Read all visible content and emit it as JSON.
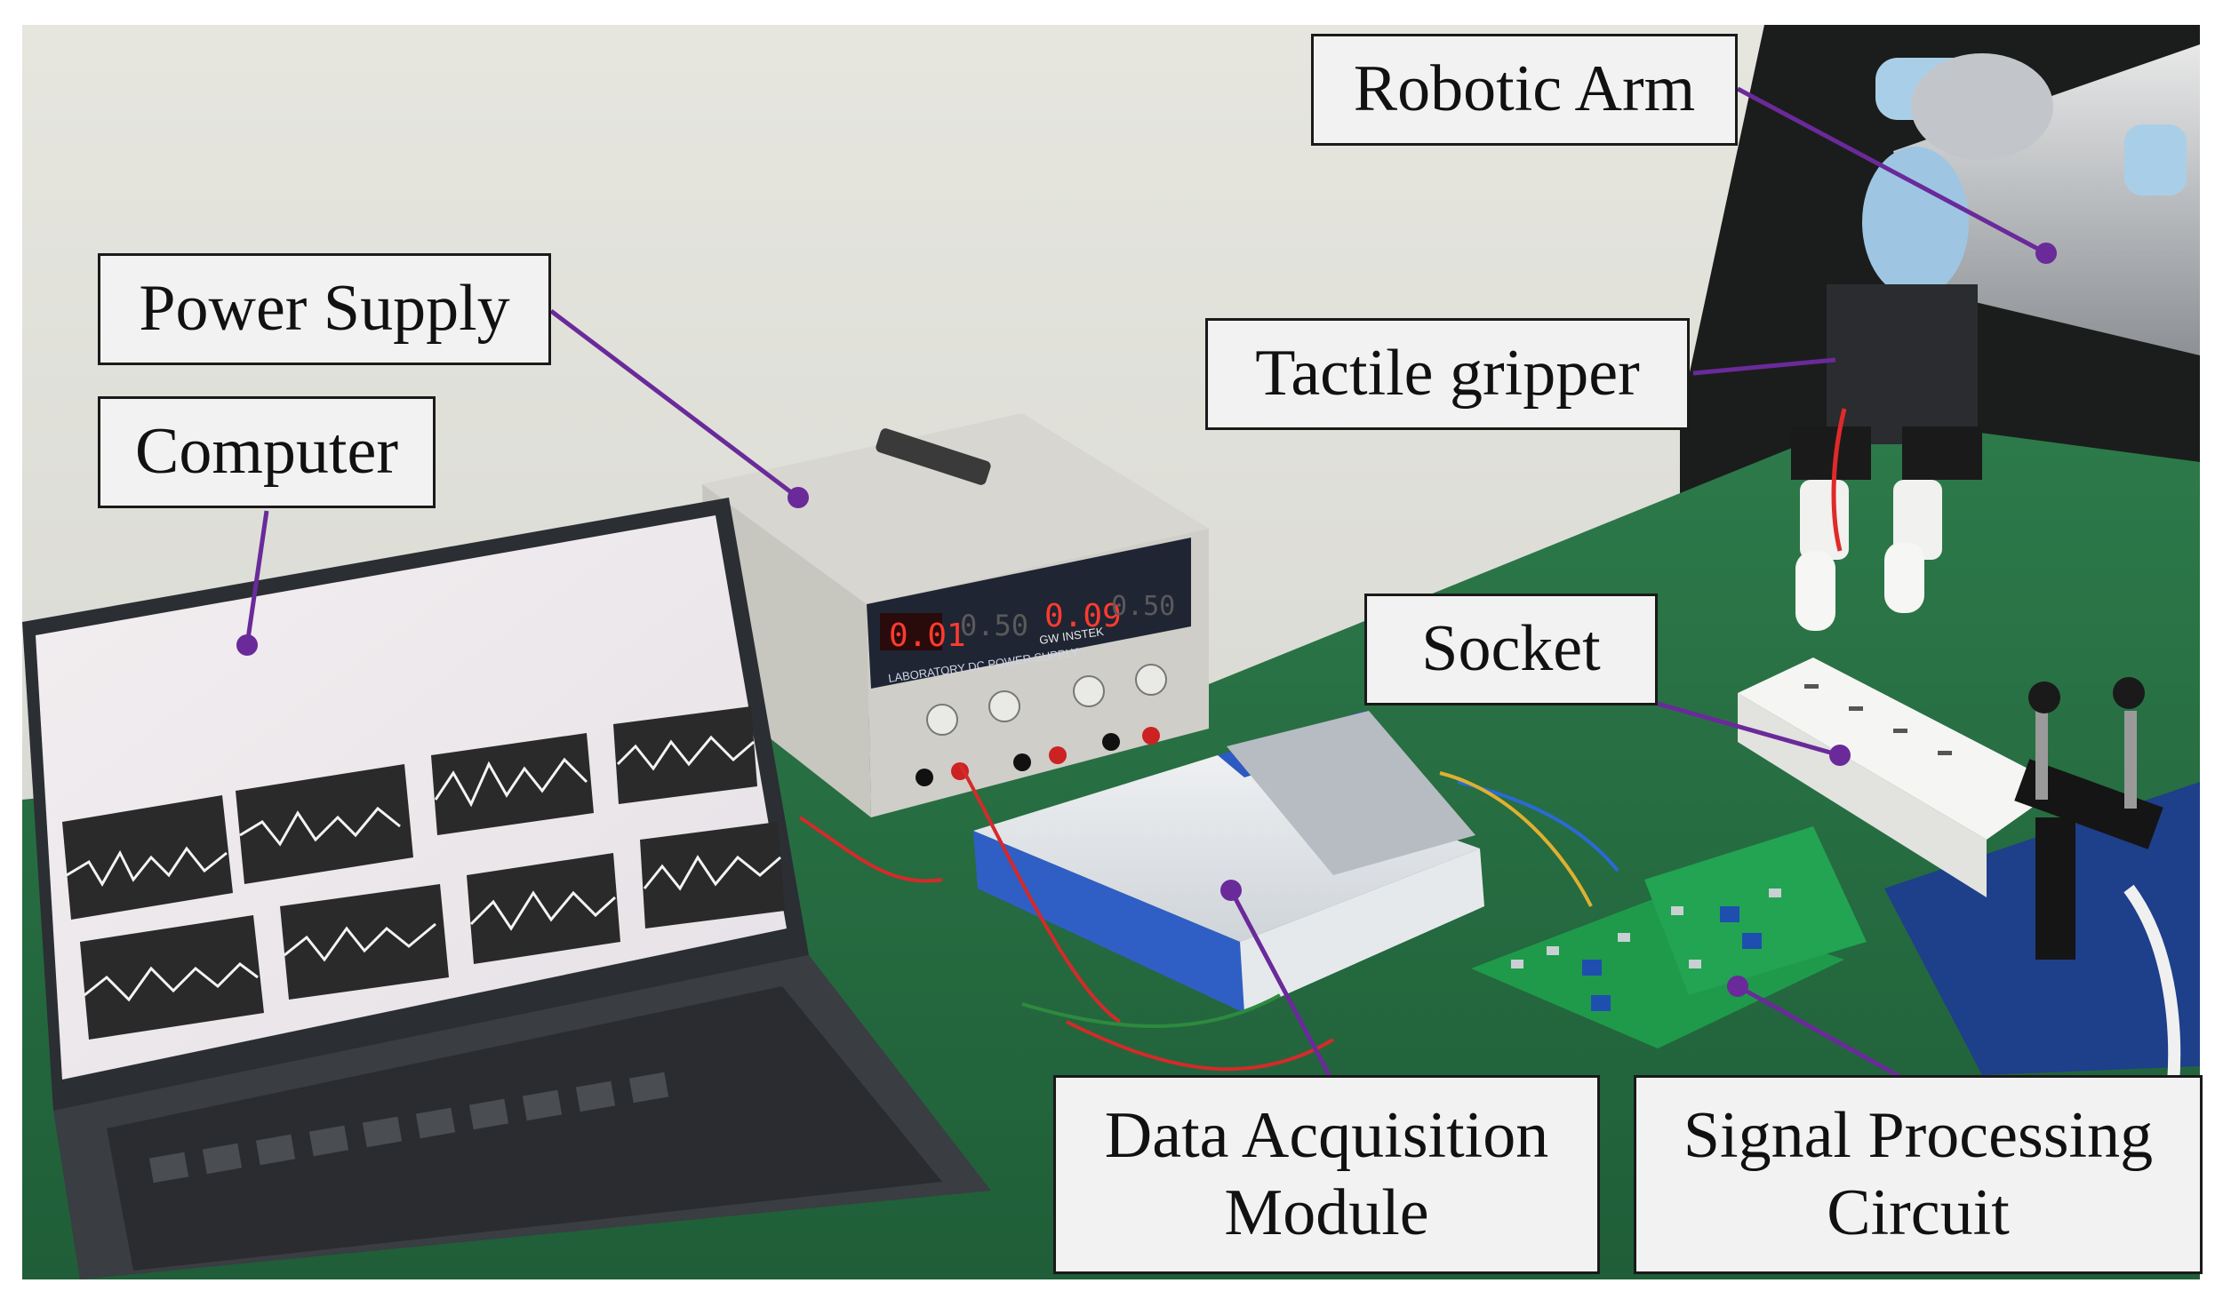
{
  "figure": {
    "labels": {
      "robotic_arm": "Robotic Arm",
      "power_supply": "Power Supply",
      "computer": "Computer",
      "tactile_gripper": "Tactile gripper",
      "socket": "Socket",
      "daq_line1": "Data Acquisition",
      "daq_line2": "Module",
      "spc_line1": "Signal Processing",
      "spc_line2": "Circuit"
    },
    "devices": {
      "power_supply_display_left": "0.01",
      "power_supply_display_mid": "0.50",
      "power_supply_display_right": "0.09",
      "power_supply_display_far": "0.50",
      "power_supply_panel_title": "LABORATORY DC POWER SUPPLY",
      "power_supply_brand": "GW INSTEK"
    },
    "colors": {
      "leader_line": "#6a2a9a",
      "wall": "#e3e3dc",
      "table": "#2f7a4a",
      "dark_backdrop": "#1c1e1d",
      "label_fill": "#f2f2f2",
      "label_border": "#1a1a1a"
    }
  }
}
